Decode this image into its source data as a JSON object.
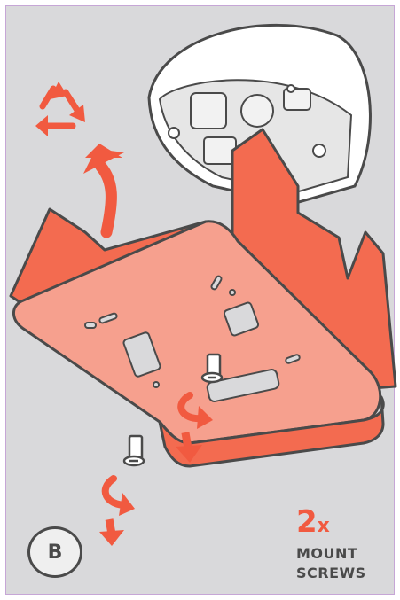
{
  "step": {
    "letter": "B"
  },
  "quantity": {
    "number": "2",
    "multiplier": "x"
  },
  "caption": {
    "line1": "MOUNT",
    "line2": "SCREWS"
  },
  "colors": {
    "background": "#d9d9db",
    "accent": "#f15a40",
    "bracket_face": "#f6a08e",
    "bracket_top": "#f36b50",
    "outline": "#4a4a4a",
    "dome": "#ffffff"
  },
  "icons": [
    "recycle-icon",
    "curved-arrow-up-icon",
    "dome-camera-icon",
    "mount-bracket-icon",
    "screw-icon",
    "rotate-arrow-icon",
    "down-arrow-icon"
  ]
}
